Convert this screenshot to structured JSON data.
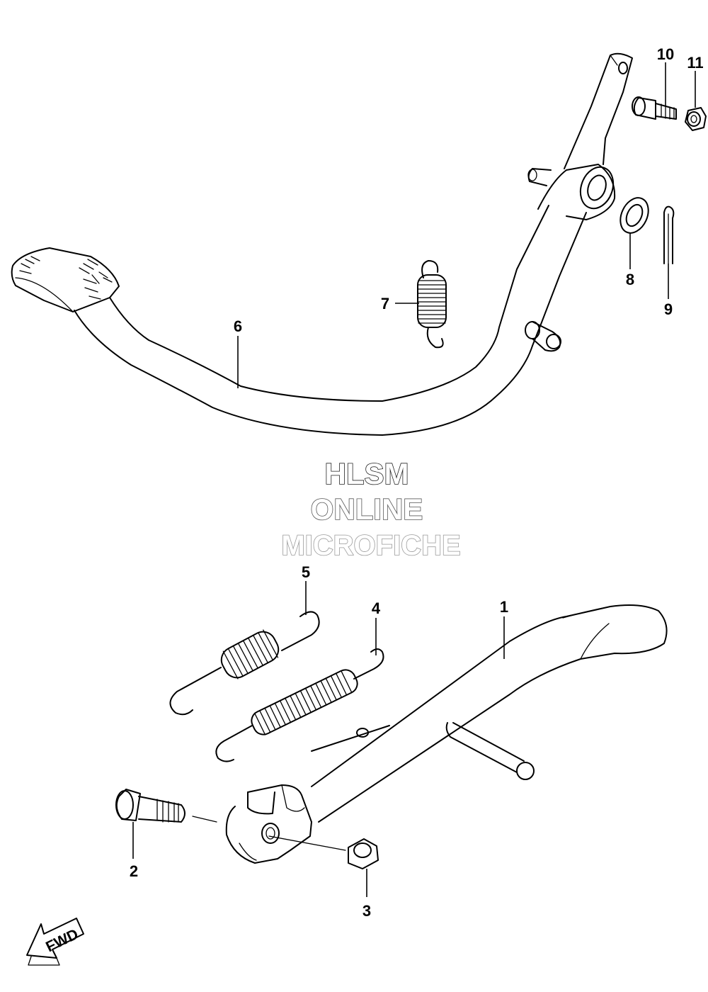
{
  "watermark": {
    "line1": "HLSM",
    "line2": "ONLINE",
    "line3": "MICROFICHE",
    "color1": "#222222",
    "color2": "#555555",
    "color3": "#9a9a9a"
  },
  "direction_arrow": {
    "label": "FWD"
  },
  "callouts": [
    {
      "number": "1",
      "part": "side-stand"
    },
    {
      "number": "2",
      "part": "pivot-bolt"
    },
    {
      "number": "3",
      "part": "nut"
    },
    {
      "number": "4",
      "part": "stand-spring-long"
    },
    {
      "number": "5",
      "part": "stand-spring-short"
    },
    {
      "number": "6",
      "part": "brake-pedal"
    },
    {
      "number": "7",
      "part": "pedal-return-spring"
    },
    {
      "number": "8",
      "part": "washer"
    },
    {
      "number": "9",
      "part": "cotter-pin"
    },
    {
      "number": "10",
      "part": "bolt"
    },
    {
      "number": "11",
      "part": "nut-small"
    }
  ]
}
